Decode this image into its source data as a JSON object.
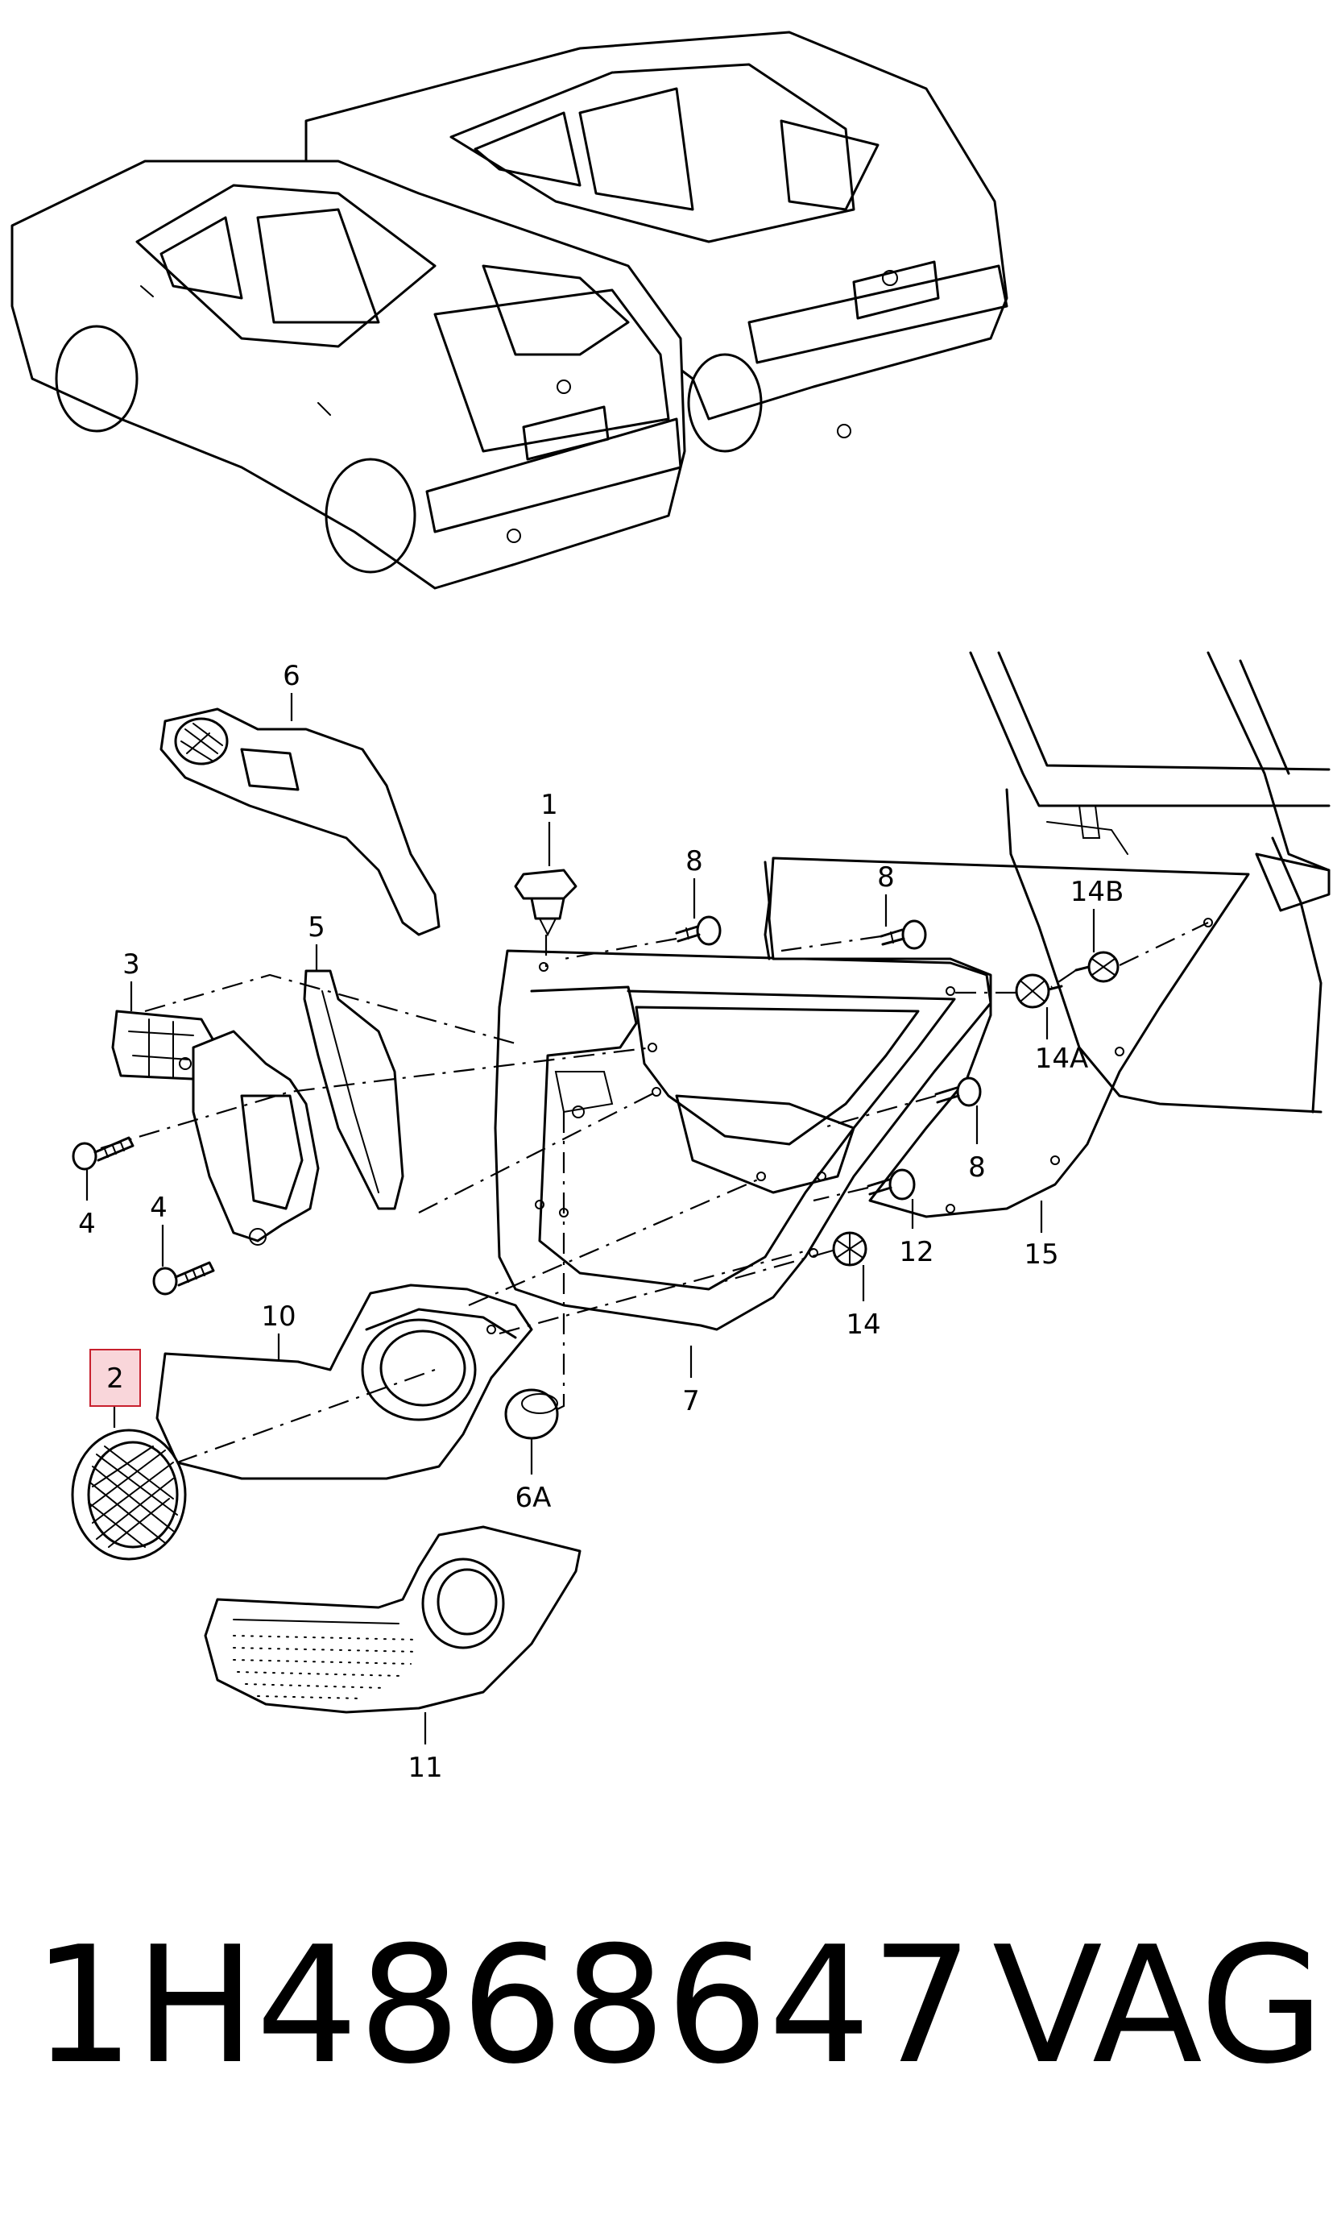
{
  "diagram": {
    "callouts": {
      "c1": "1",
      "c2": "2",
      "c3": "3",
      "c4a": "4",
      "c4b": "4",
      "c5": "5",
      "c6": "6",
      "c6a": "6A",
      "c7": "7",
      "c8a": "8",
      "c8b": "8",
      "c8c": "8",
      "c10": "10",
      "c11": "11",
      "c12": "12",
      "c14": "14",
      "c14a": "14A",
      "c14b": "14B",
      "c15": "15"
    },
    "highlighted_callout": "2",
    "highlight_color": "#f9d6da",
    "highlight_border_color": "#c8202e"
  },
  "footer": {
    "part_number": "1H4868647",
    "brand": "VAG"
  }
}
